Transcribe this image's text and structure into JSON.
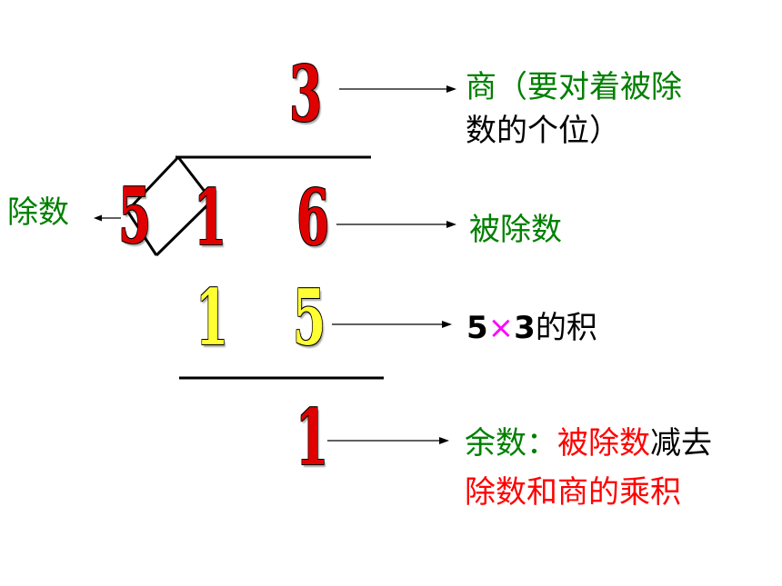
{
  "colors": {
    "digit_red": "#e00000",
    "digit_yellow": "#ffff33",
    "label_green": "#008000",
    "label_red": "#ff0000",
    "times_sign": "#ff00ff",
    "line": "#000000"
  },
  "digits": {
    "quotient": "3",
    "divisor": "5",
    "dividend_tens": "1",
    "dividend_ones": "6",
    "product_tens": "1",
    "product_ones": "5",
    "remainder": "1"
  },
  "labels": {
    "quotient_line1": "商（要对着被除",
    "quotient_line2": "数的个位）",
    "divisor": "除数",
    "dividend": "被除数",
    "product_a": "5",
    "product_times": "×",
    "product_b": "3",
    "product_suffix": "的积",
    "remainder_green": "余数：",
    "remainder_red": "被除数",
    "remainder_black": "减去",
    "remainder_line2": "除数和商的乘积"
  }
}
